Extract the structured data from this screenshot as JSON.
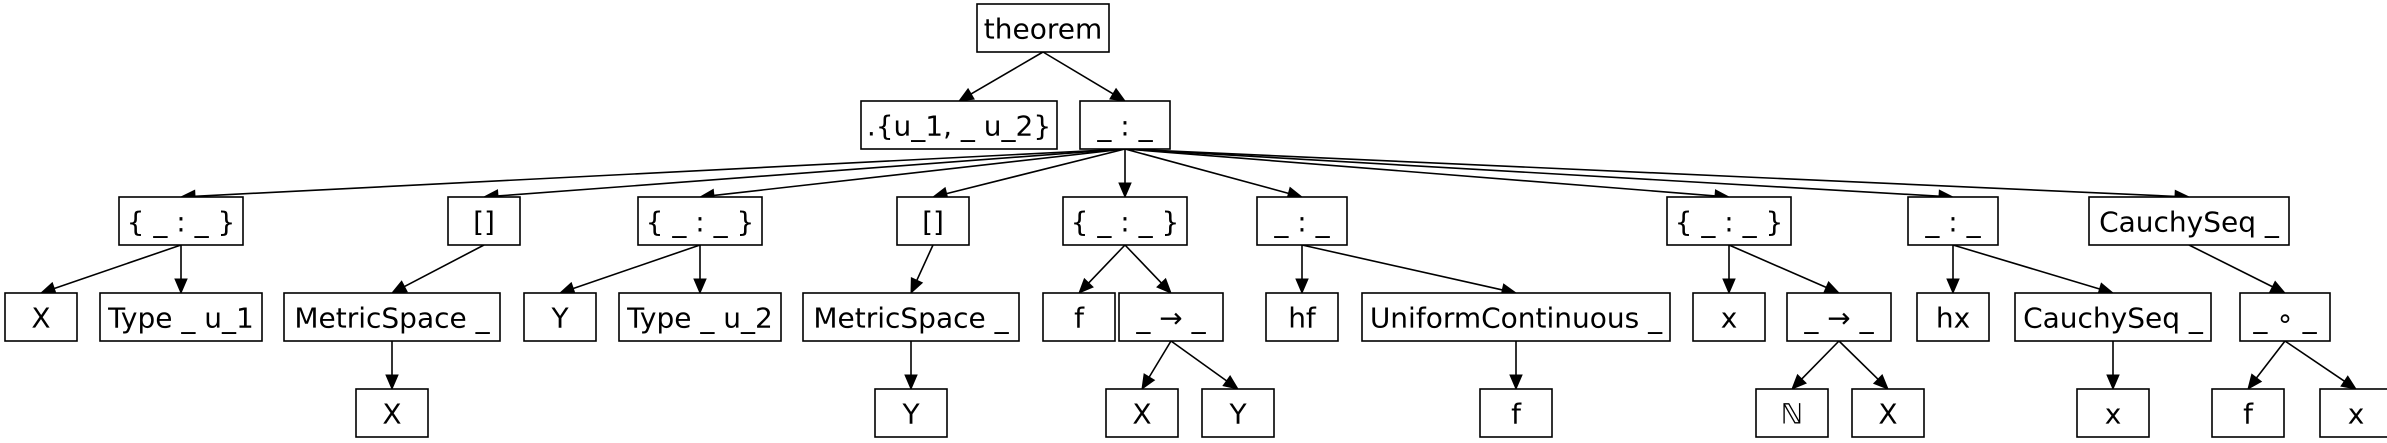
{
  "diagram": {
    "type": "tree",
    "nodes": [
      {
        "id": "n0",
        "label": "theorem"
      },
      {
        "id": "n1",
        "label": ".{u_1, _ u_2}"
      },
      {
        "id": "n2",
        "label": "_ : _"
      },
      {
        "id": "n3",
        "label": "{ _ : _ }"
      },
      {
        "id": "n4",
        "label": "X"
      },
      {
        "id": "n5",
        "label": "Type _ u_1"
      },
      {
        "id": "n6",
        "label": "[]"
      },
      {
        "id": "n7",
        "label": "MetricSpace _"
      },
      {
        "id": "n8",
        "label": "X"
      },
      {
        "id": "n9",
        "label": "{ _ : _ }"
      },
      {
        "id": "n10",
        "label": "Y"
      },
      {
        "id": "n11",
        "label": "Type _ u_2"
      },
      {
        "id": "n12",
        "label": "[]"
      },
      {
        "id": "n13",
        "label": "MetricSpace _"
      },
      {
        "id": "n14",
        "label": "Y"
      },
      {
        "id": "n15",
        "label": "{ _ : _ }"
      },
      {
        "id": "n16",
        "label": "f"
      },
      {
        "id": "n17",
        "label": "_ → _"
      },
      {
        "id": "n18",
        "label": "X"
      },
      {
        "id": "n19",
        "label": "Y"
      },
      {
        "id": "n20",
        "label": "_ : _"
      },
      {
        "id": "n21",
        "label": "hf"
      },
      {
        "id": "n22",
        "label": "UniformContinuous _"
      },
      {
        "id": "n23",
        "label": "f"
      },
      {
        "id": "n24",
        "label": "{ _ : _ }"
      },
      {
        "id": "n25",
        "label": "x"
      },
      {
        "id": "n26",
        "label": "_ → _"
      },
      {
        "id": "n27",
        "label": "ℕ"
      },
      {
        "id": "n28",
        "label": "X"
      },
      {
        "id": "n29",
        "label": "_ : _"
      },
      {
        "id": "n30",
        "label": "hx"
      },
      {
        "id": "n31",
        "label": "CauchySeq _"
      },
      {
        "id": "n32",
        "label": "x"
      },
      {
        "id": "n33",
        "label": "CauchySeq _"
      },
      {
        "id": "n34",
        "label": "_ ∘ _"
      },
      {
        "id": "n35",
        "label": "f"
      },
      {
        "id": "n36",
        "label": "x"
      }
    ],
    "edges": [
      [
        "n0",
        "n1"
      ],
      [
        "n0",
        "n2"
      ],
      [
        "n2",
        "n3"
      ],
      [
        "n2",
        "n6"
      ],
      [
        "n2",
        "n9"
      ],
      [
        "n2",
        "n12"
      ],
      [
        "n2",
        "n15"
      ],
      [
        "n2",
        "n20"
      ],
      [
        "n2",
        "n24"
      ],
      [
        "n2",
        "n29"
      ],
      [
        "n2",
        "n33"
      ],
      [
        "n3",
        "n4"
      ],
      [
        "n3",
        "n5"
      ],
      [
        "n6",
        "n7"
      ],
      [
        "n7",
        "n8"
      ],
      [
        "n9",
        "n10"
      ],
      [
        "n9",
        "n11"
      ],
      [
        "n12",
        "n13"
      ],
      [
        "n13",
        "n14"
      ],
      [
        "n15",
        "n16"
      ],
      [
        "n15",
        "n17"
      ],
      [
        "n17",
        "n18"
      ],
      [
        "n17",
        "n19"
      ],
      [
        "n20",
        "n21"
      ],
      [
        "n20",
        "n22"
      ],
      [
        "n22",
        "n23"
      ],
      [
        "n24",
        "n25"
      ],
      [
        "n24",
        "n26"
      ],
      [
        "n26",
        "n27"
      ],
      [
        "n26",
        "n28"
      ],
      [
        "n29",
        "n30"
      ],
      [
        "n29",
        "n31"
      ],
      [
        "n31",
        "n32"
      ],
      [
        "n33",
        "n34"
      ],
      [
        "n34",
        "n35"
      ],
      [
        "n34",
        "n36"
      ]
    ]
  }
}
